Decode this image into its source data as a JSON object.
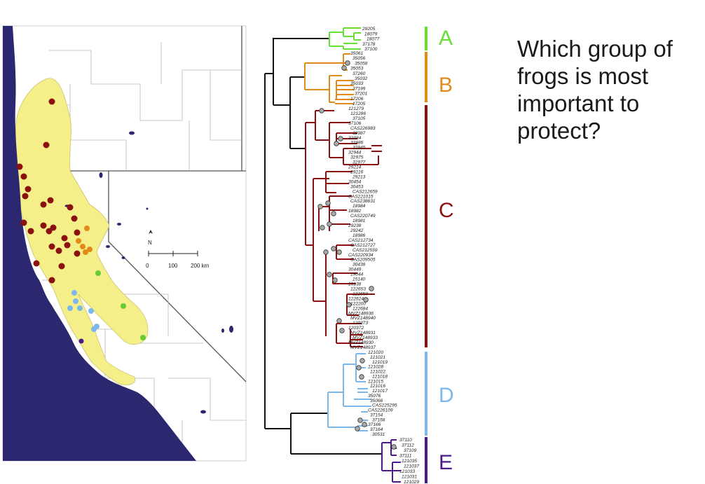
{
  "question": "Which group of frogs is most important to protect?",
  "map": {
    "north_letter": "N",
    "scale_labels": [
      "0",
      "100",
      "200 km"
    ],
    "colors": {
      "ocean": "#2b2870",
      "range": "#f5ef8a",
      "border": "#8a8a8a"
    }
  },
  "groups": [
    {
      "id": "A",
      "label": "A",
      "color": "#66e033",
      "tips": [
        "29205",
        "18079",
        "18077",
        "37178",
        "37100"
      ]
    },
    {
      "id": "B",
      "label": "B",
      "color": "#e08a1a",
      "tips": [
        "35061",
        "35056",
        "35058",
        "35053",
        "37260",
        "35032",
        "35033",
        "37199",
        "37201",
        "17206",
        "17205"
      ]
    },
    {
      "id": "C",
      "label": "C",
      "color": "#8b1010",
      "tips": [
        "121279",
        "121286",
        "37105",
        "37106",
        "CAS226983",
        "32987",
        "32984",
        "32986",
        "32945",
        "32944",
        "32975",
        "32977",
        "29214",
        "29216",
        "29213",
        "30454",
        "30453",
        "CAS212659",
        "CAS221015",
        "CAS238631",
        "18984",
        "18982",
        "CAS220749",
        "18981",
        "29238",
        "29242",
        "18986",
        "CAS212734",
        "CAS212727",
        "CAS212559",
        "CAS220934",
        "CAS209505",
        "30438",
        "30449",
        "19044",
        "15140",
        "15138",
        "122653",
        "122659",
        "122624",
        "122200",
        "122684",
        "MVZ148936",
        "MVZ148940",
        "120373",
        "120372",
        "MVZ148931",
        "MVZ148933",
        "MVZ148930",
        "MVZ148937"
      ]
    },
    {
      "id": "D",
      "label": "D",
      "color": "#7db8ea",
      "tips": [
        "121020",
        "121021",
        "121019",
        "121028",
        "121022",
        "121018",
        "121015",
        "121016",
        "121017",
        "35076",
        "35066",
        "CAS225295",
        "CAS226109",
        "37154",
        "37158",
        "37166",
        "37164",
        "30531"
      ]
    },
    {
      "id": "E",
      "label": "E",
      "color": "#4b1a8c",
      "tips": [
        "37110",
        "37112",
        "37109",
        "37111",
        "121035",
        "121037",
        "121033",
        "121031",
        "121029"
      ]
    }
  ]
}
